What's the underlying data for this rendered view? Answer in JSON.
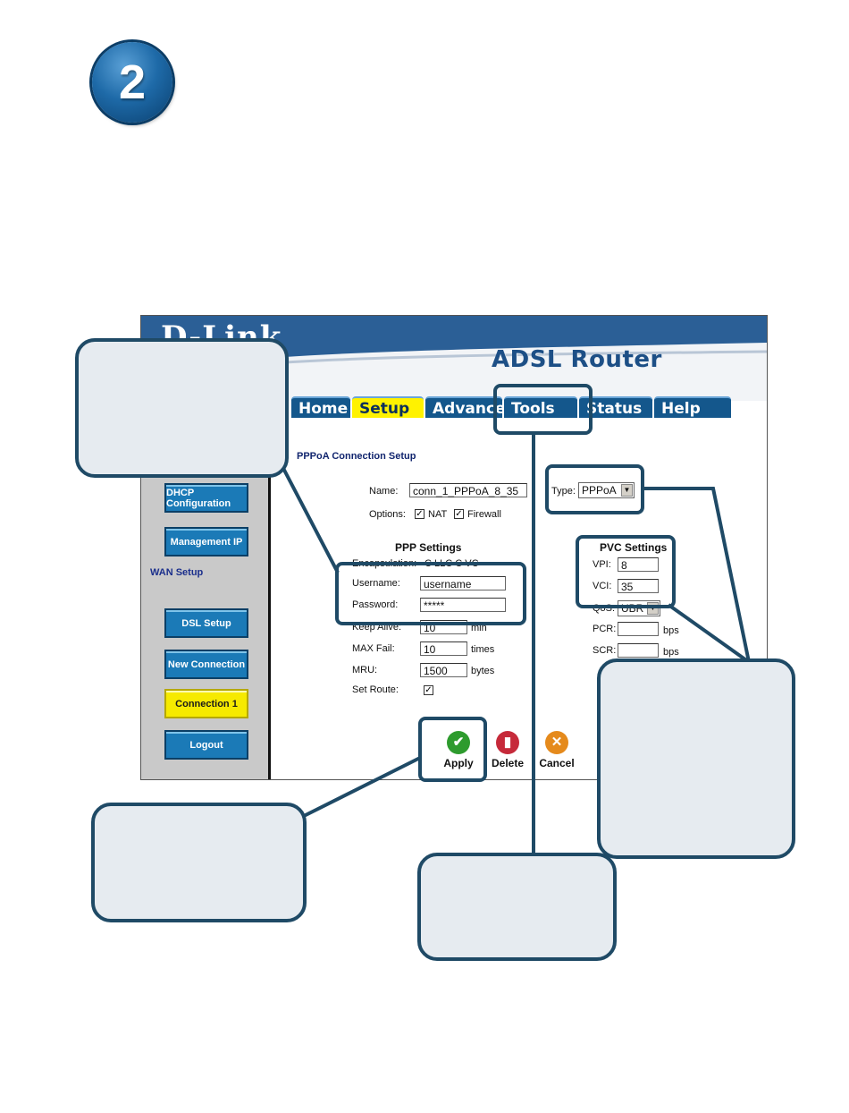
{
  "step": {
    "number": "2"
  },
  "router": {
    "logo": "D-Link",
    "title": "ADSL Router",
    "tabs": [
      {
        "label": "Home"
      },
      {
        "label": "Setup",
        "active": true
      },
      {
        "label": "Advance"
      },
      {
        "label": "Tools"
      },
      {
        "label": "Status"
      },
      {
        "label": "Help"
      }
    ],
    "sidebar": {
      "dhcp": "DHCP Configuration",
      "management_ip": "Management IP",
      "wan_setup_label": "WAN Setup",
      "dsl_setup": "DSL Setup",
      "new_connection": "New Connection",
      "connection1": "Connection 1",
      "logout": "Logout"
    },
    "form": {
      "section_title": "PPPoA Connection Setup",
      "name_label": "Name:",
      "name_value": "conn_1_PPPoA_8_35",
      "type_label": "Type:",
      "type_value": "PPPoA",
      "options_label": "Options:",
      "nat_label": "NAT",
      "firewall_label": "Firewall",
      "ppp_header": "PPP Settings",
      "encapsulation_label": "Encapsulation:",
      "encapsulation_options": "C LLC  C VC",
      "username_label": "Username:",
      "username_value": "username",
      "password_label": "Password:",
      "password_value": "*****",
      "keepalive_label": "Keep Alive:",
      "keepalive_value": "10",
      "keepalive_unit": "min",
      "maxfail_label": "MAX Fail:",
      "maxfail_value": "10",
      "maxfail_unit": "times",
      "mru_label": "MRU:",
      "mru_value": "1500",
      "mru_unit": "bytes",
      "setroute_label": "Set Route:",
      "pvc_header": "PVC Settings",
      "vpi_label": "VPI:",
      "vpi_value": "8",
      "vci_label": "VCI:",
      "vci_value": "35",
      "qos_label": "QoS:",
      "qos_value": "UBR",
      "pcr_label": "PCR:",
      "pcr_unit": "bps",
      "scr_label": "SCR:",
      "scr_unit": "bps"
    },
    "actions": {
      "apply": "Apply",
      "delete": "Delete",
      "cancel": "Cancel"
    }
  },
  "colors": {
    "callout_fill": "#e6ebf0",
    "callout_border": "#1f4a66",
    "tab_blue": "#14578c",
    "active_tab": "#fff200"
  },
  "icons": [
    "check-icon",
    "trash-icon",
    "x-icon",
    "dropdown-arrow-icon",
    "checkbox-checked-icon"
  ]
}
